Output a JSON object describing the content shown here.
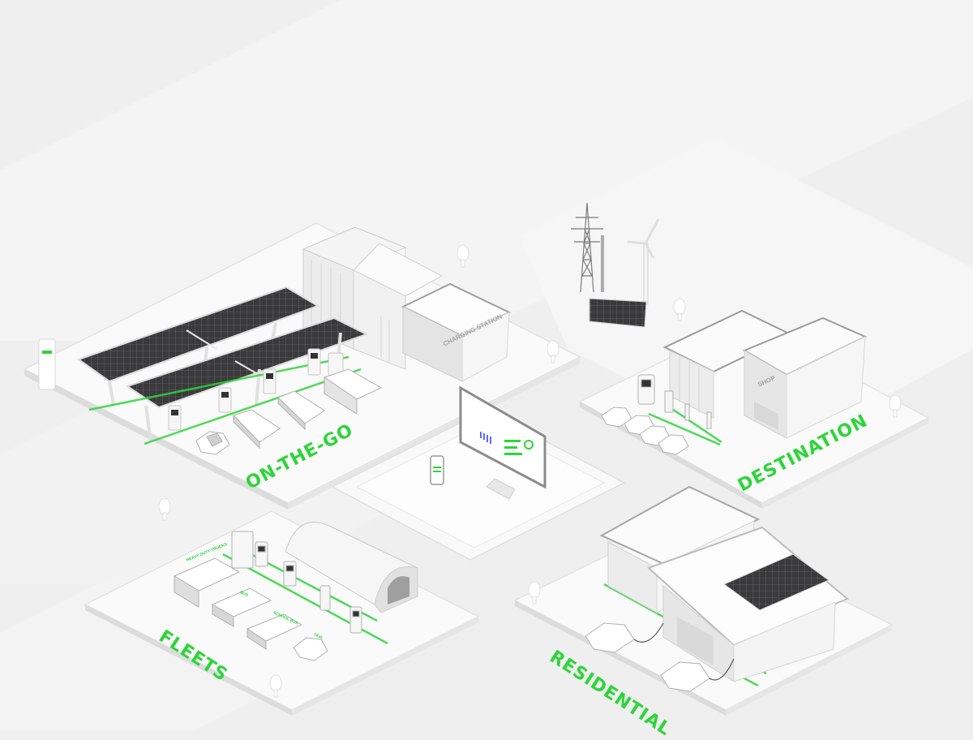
{
  "image": {
    "background_color": "#efefef",
    "accent_color": "#2dd53a",
    "panel_color": "#3a3a3c"
  },
  "zones": {
    "on_the_go": "ON-THE-GO",
    "destination": "DESTINATION",
    "fleets": "FLEETS",
    "residential": "RESIDENTIAL"
  },
  "signs": {
    "charging_station": "CHARGING STATION",
    "shop": "SHOP"
  },
  "vehicle_tags": {
    "heavy_duty_trucks": "HEAVY DUTY TRUCKS",
    "bus": "BUS",
    "school_bus": "SCHOOL BUS",
    "taxi": "TAXI"
  }
}
